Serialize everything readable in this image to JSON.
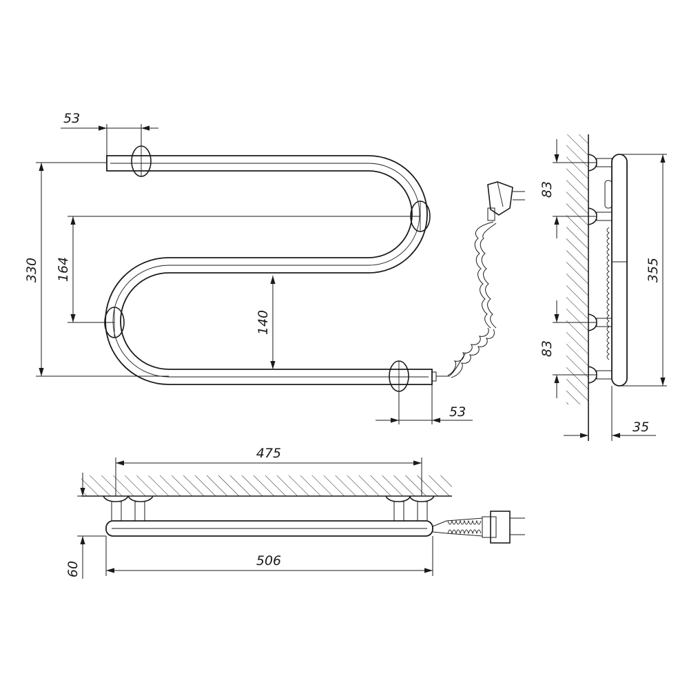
{
  "dimensions": {
    "front_top_offset": "53",
    "front_bottom_offset": "53",
    "front_total_height": "330",
    "front_center_spacing": "164",
    "front_inner_gap": "140",
    "side_upper_spacing": "83",
    "side_lower_spacing": "83",
    "side_total_height": "355",
    "side_depth": "35",
    "top_mount_spacing": "475",
    "top_overall_width": "506",
    "top_depth": "60"
  }
}
